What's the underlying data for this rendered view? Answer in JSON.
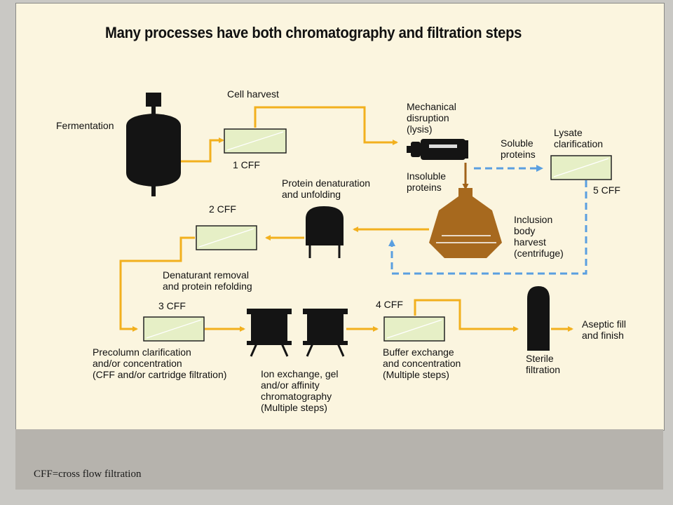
{
  "title": "Many processes have both chromatography and filtration steps",
  "footnote": "CFF=cross flow filtration",
  "labels": {
    "fermentation": "Fermentation",
    "cell_harvest": "Cell harvest",
    "cff1": "1 CFF",
    "mech_1": "Mechanical",
    "mech_2": "disruption",
    "mech_3": "(lysis)",
    "soluble_1": "Soluble",
    "soluble_2": "proteins",
    "lysate_1": "Lysate",
    "lysate_2": "clarification",
    "cff5": "5 CFF",
    "insoluble_1": "Insoluble",
    "insoluble_2": "proteins",
    "denat_1": "Protein denaturation",
    "denat_2": "and unfolding",
    "cff2": "2 CFF",
    "incl_1": "Inclusion",
    "incl_2": "body",
    "incl_3": "harvest",
    "incl_4": "(centrifuge)",
    "refold_1": "Denaturant removal",
    "refold_2": "and protein refolding",
    "cff3": "3 CFF",
    "cff4": "4 CFF",
    "precol_1": "Precolumn clarification",
    "precol_2": "and/or concentration",
    "precol_3": "(CFF and/or cartridge filtration)",
    "ion_1": "Ion exchange, gel",
    "ion_2": "and/or affinity",
    "ion_3": "chromatography",
    "ion_4": "(Multiple steps)",
    "buffer_1": "Buffer exchange",
    "buffer_2": "and concentration",
    "buffer_3": "(Multiple steps)",
    "sterile_1": "Sterile",
    "sterile_2": "filtration",
    "aseptic_1": "Aseptic fill",
    "aseptic_2": "and finish"
  },
  "colors": {
    "flow": "#f2b01e",
    "dashed": "#5a9fe0",
    "filter_fill": "#e6efc6",
    "equipment": "#141414",
    "centrifuge": "#a7691e"
  }
}
